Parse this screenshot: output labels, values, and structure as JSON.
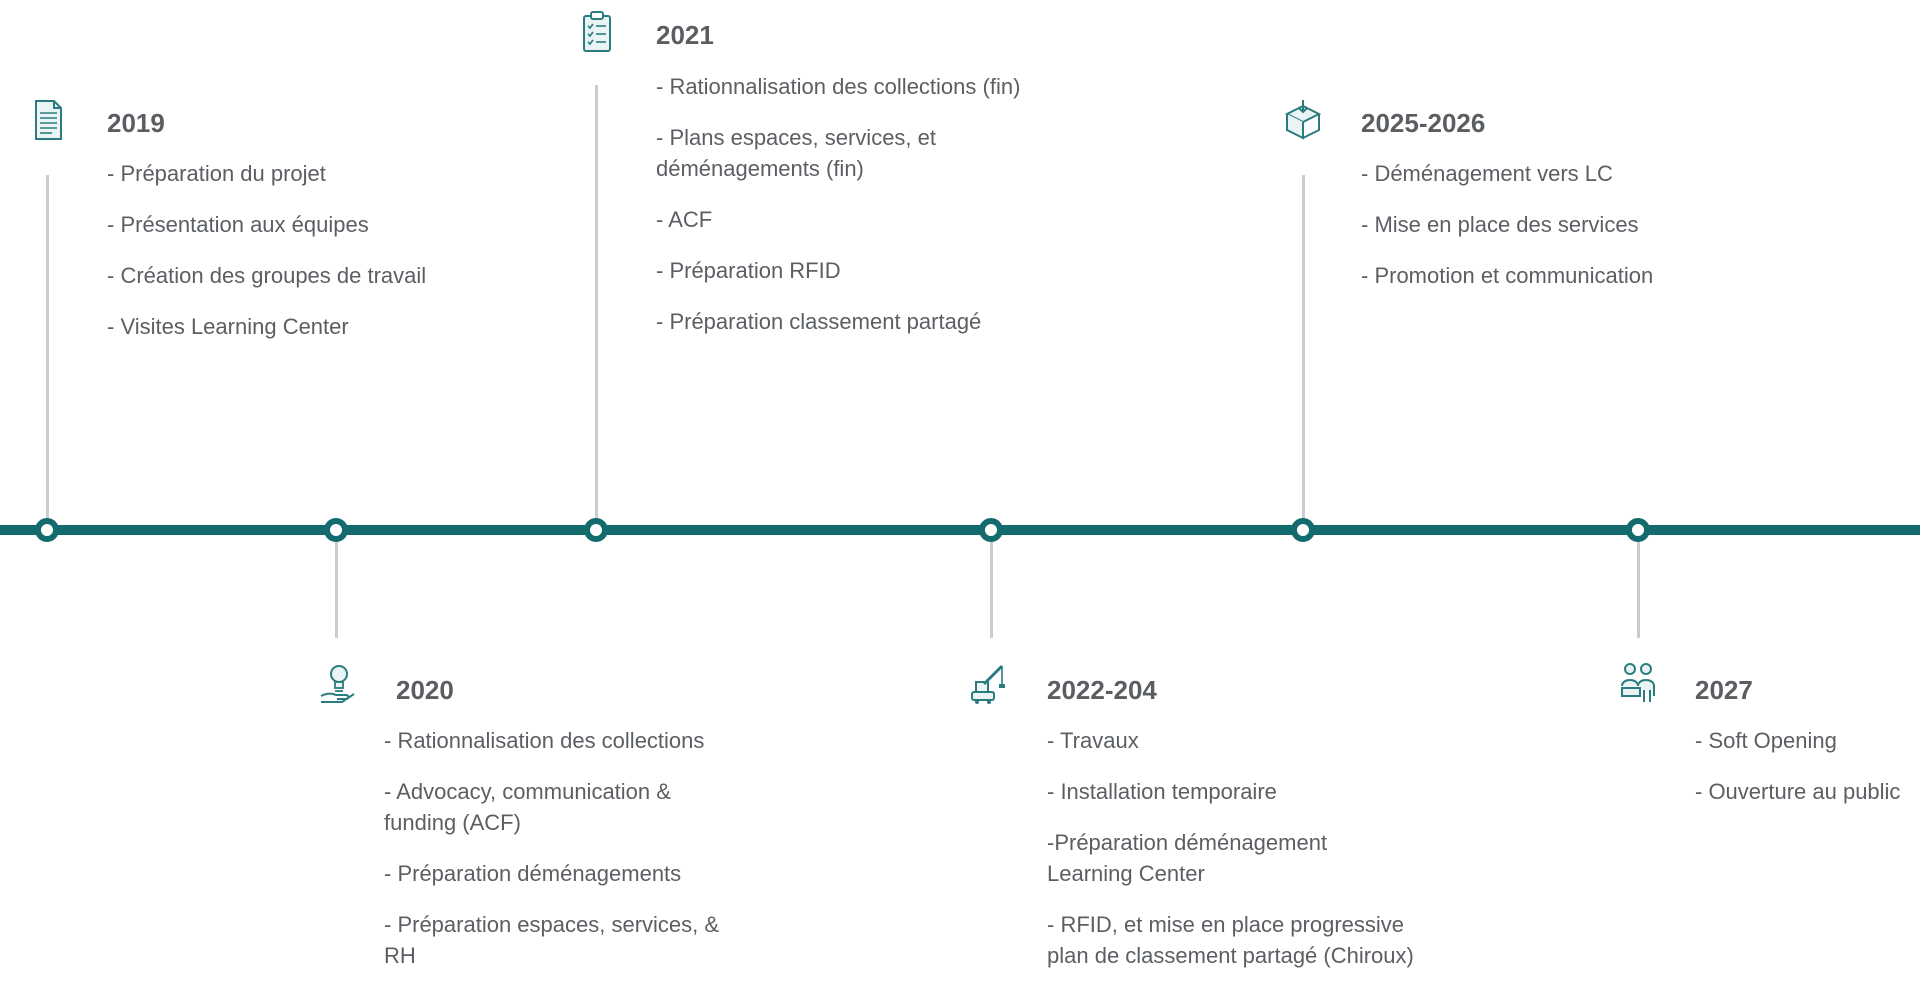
{
  "timeline": {
    "accent_color": "#136b6e",
    "connector_color": "#c9cdd0",
    "milestones": [
      {
        "year": "2019",
        "icon": "document-icon",
        "items": [
          "- Préparation du projet",
          "- Présentation aux équipes",
          "- Création des groupes de travail",
          "- Visites Learning Center"
        ]
      },
      {
        "year": "2020",
        "icon": "lightbulb-hand-icon",
        "items": [
          "- Rationnalisation des collections",
          "- Advocacy, communication & funding (ACF)",
          "- Préparation déménagements",
          "- Préparation espaces, services, & RH"
        ]
      },
      {
        "year": "2021",
        "icon": "clipboard-checklist-icon",
        "items": [
          "- Rationnalisation des collections (fin)",
          "- Plans espaces, services, et déménagements (fin)",
          "- ACF",
          "- Préparation RFID",
          "- Préparation classement partagé"
        ]
      },
      {
        "year": "2022-204",
        "icon": "crane-icon",
        "items": [
          "- Travaux",
          "- Installation temporaire",
          "-Préparation déménagement Learning Center",
          "- RFID,  et mise en place progressive plan de classement partagé (Chiroux)"
        ]
      },
      {
        "year": "2025-2026",
        "icon": "box-icon",
        "items": [
          "- Déménagement vers LC",
          "- Mise en place des services",
          "- Promotion et communication"
        ]
      },
      {
        "year": "2027",
        "icon": "people-icon",
        "items": [
          "- Soft Opening",
          "- Ouverture au public"
        ]
      }
    ]
  }
}
